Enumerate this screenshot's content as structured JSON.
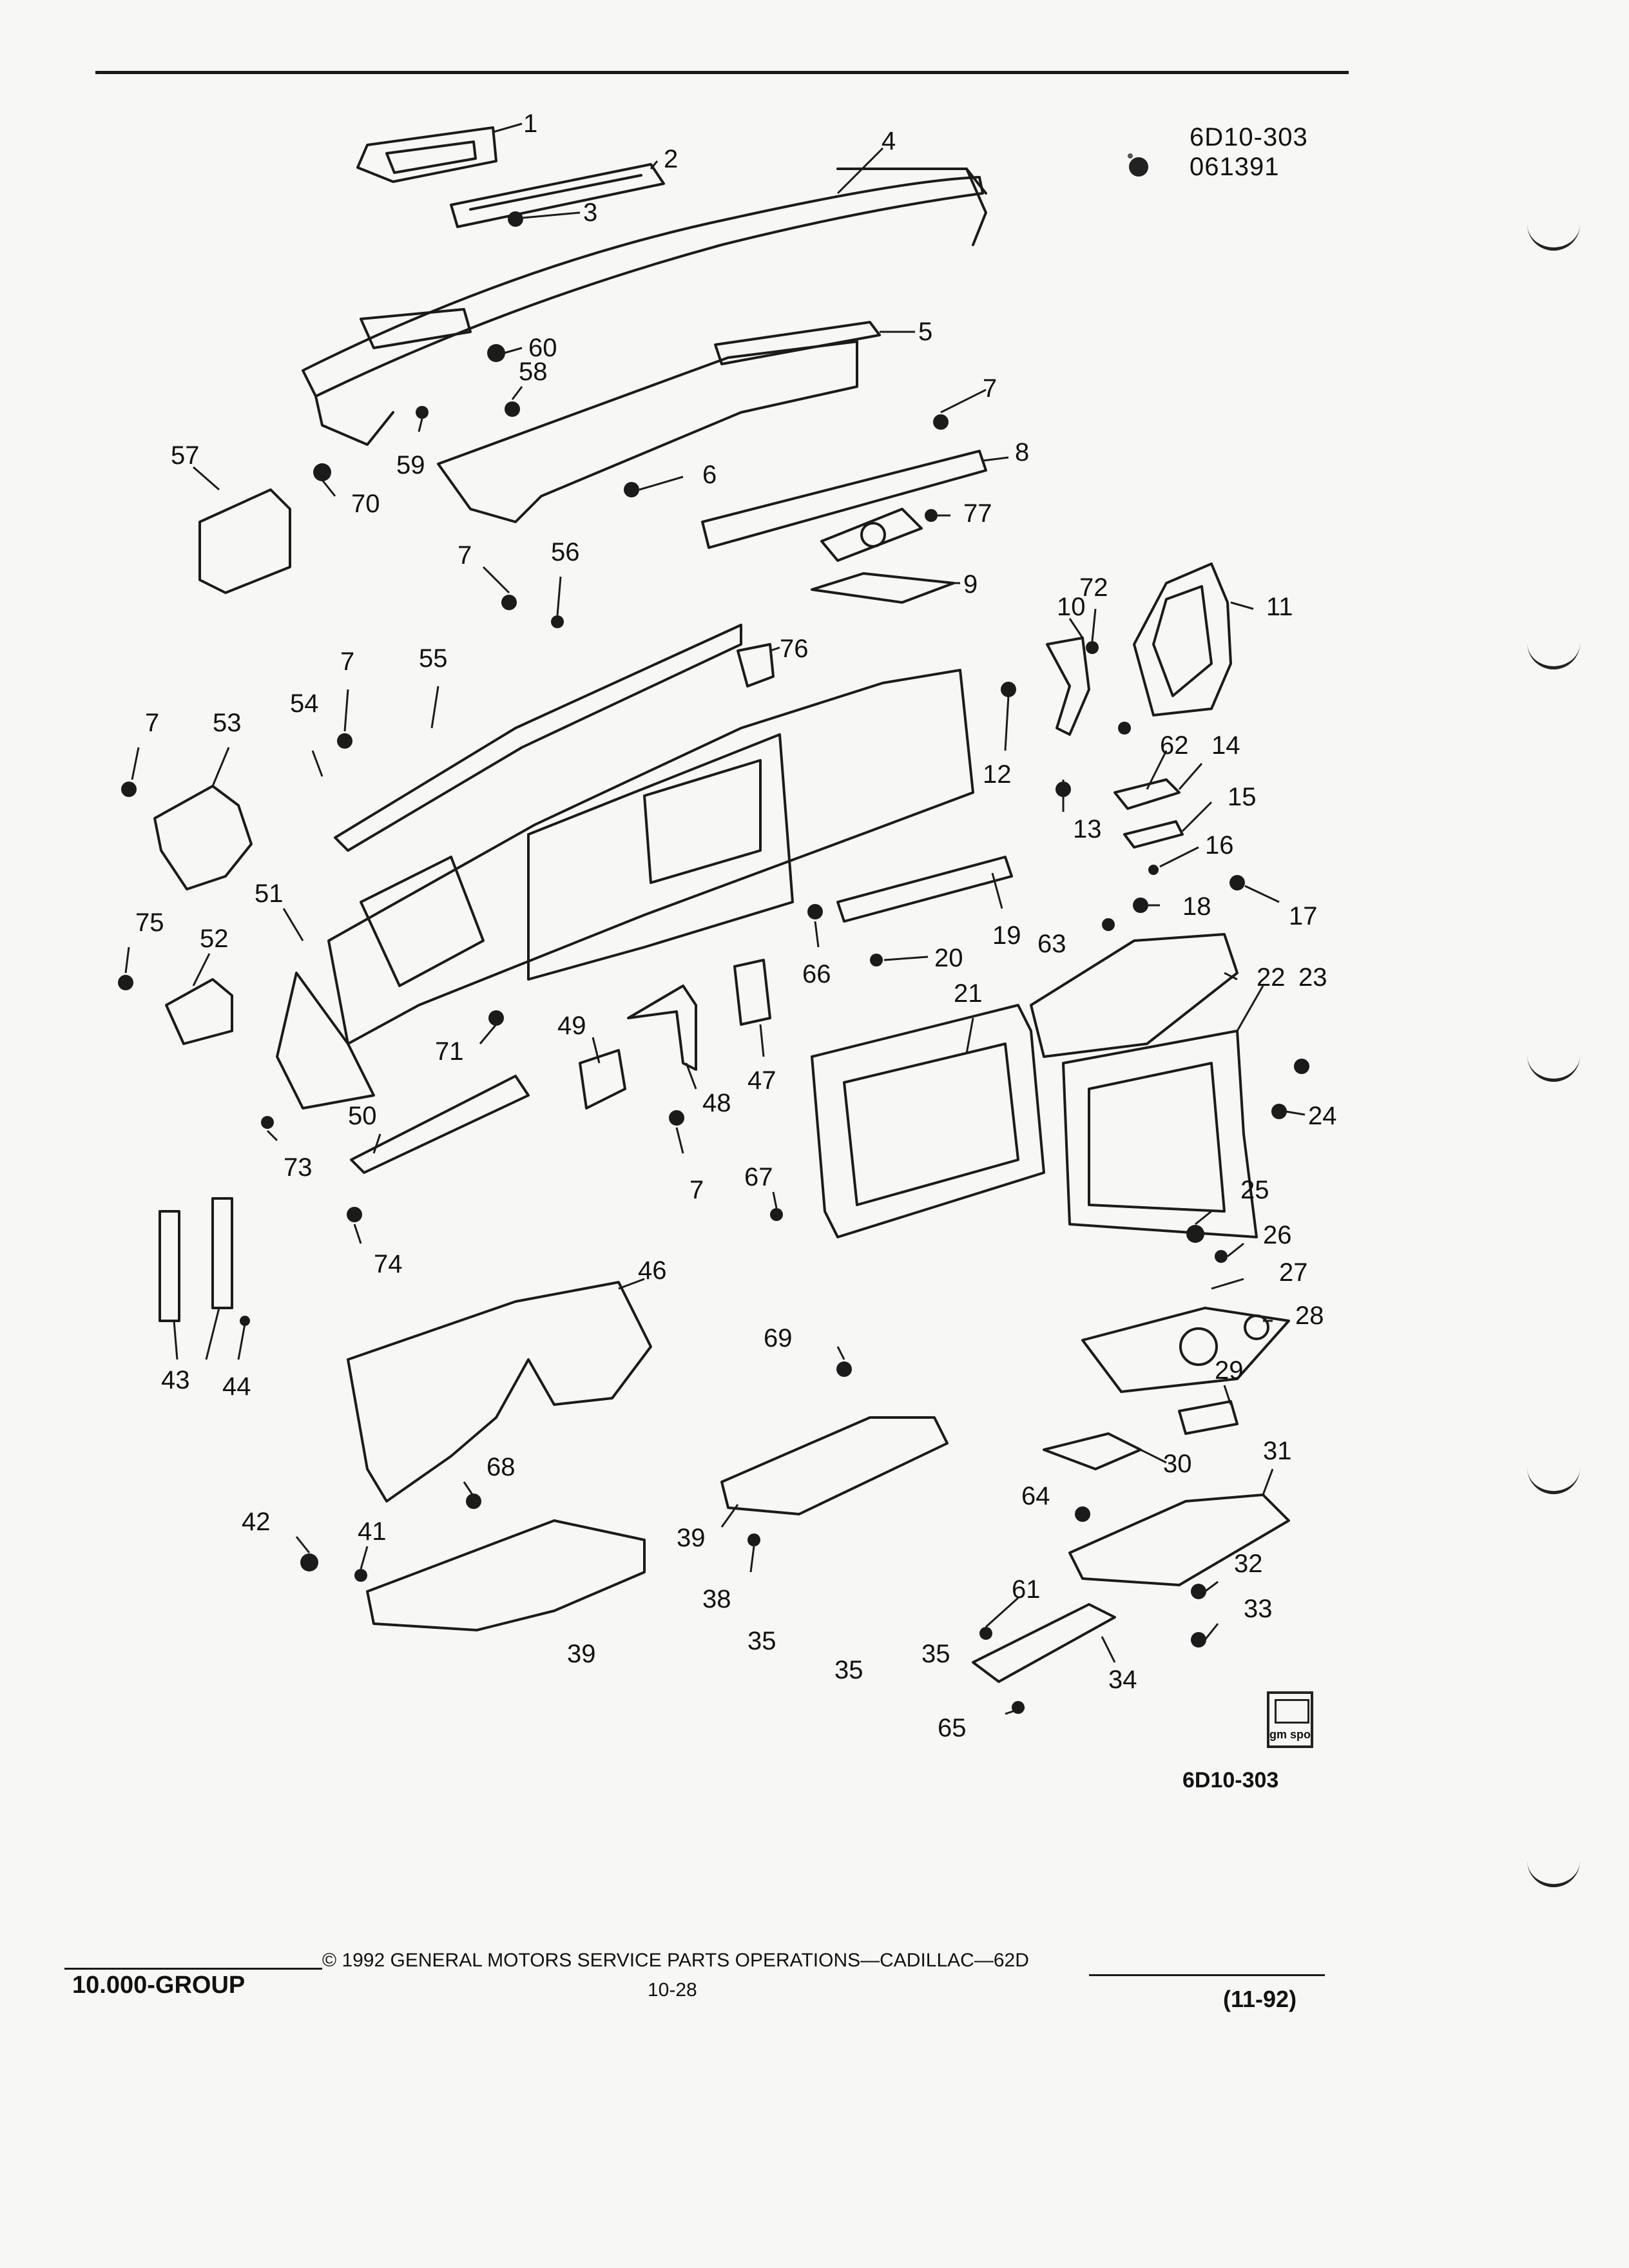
{
  "reference": {
    "line1": "6D10-303",
    "line2": "061391"
  },
  "figure_id": "6D10-303",
  "footer": {
    "group": "10.000-GROUP",
    "copyright": "© 1992 GENERAL MOTORS SERVICE PARTS OPERATIONS—CADILLAC—62D",
    "page": "10-28",
    "date": "(11-92)"
  },
  "logo": {
    "text": "gm spo"
  },
  "callouts": [
    "1",
    "2",
    "3",
    "4",
    "5",
    "6",
    "7",
    "7",
    "7",
    "7",
    "7",
    "8",
    "9",
    "10",
    "11",
    "12",
    "13",
    "14",
    "15",
    "16",
    "17",
    "18",
    "19",
    "20",
    "21",
    "22",
    "23",
    "24",
    "25",
    "26",
    "27",
    "28",
    "29",
    "30",
    "31",
    "32",
    "33",
    "34",
    "35",
    "35",
    "35",
    "38",
    "39",
    "39",
    "41",
    "42",
    "43",
    "44",
    "46",
    "47",
    "48",
    "49",
    "50",
    "51",
    "52",
    "53",
    "54",
    "55",
    "56",
    "57",
    "58",
    "59",
    "60",
    "61",
    "62",
    "63",
    "64",
    "65",
    "66",
    "67",
    "68",
    "69",
    "70",
    "71",
    "72",
    "73",
    "74",
    "75",
    "76",
    "77"
  ]
}
